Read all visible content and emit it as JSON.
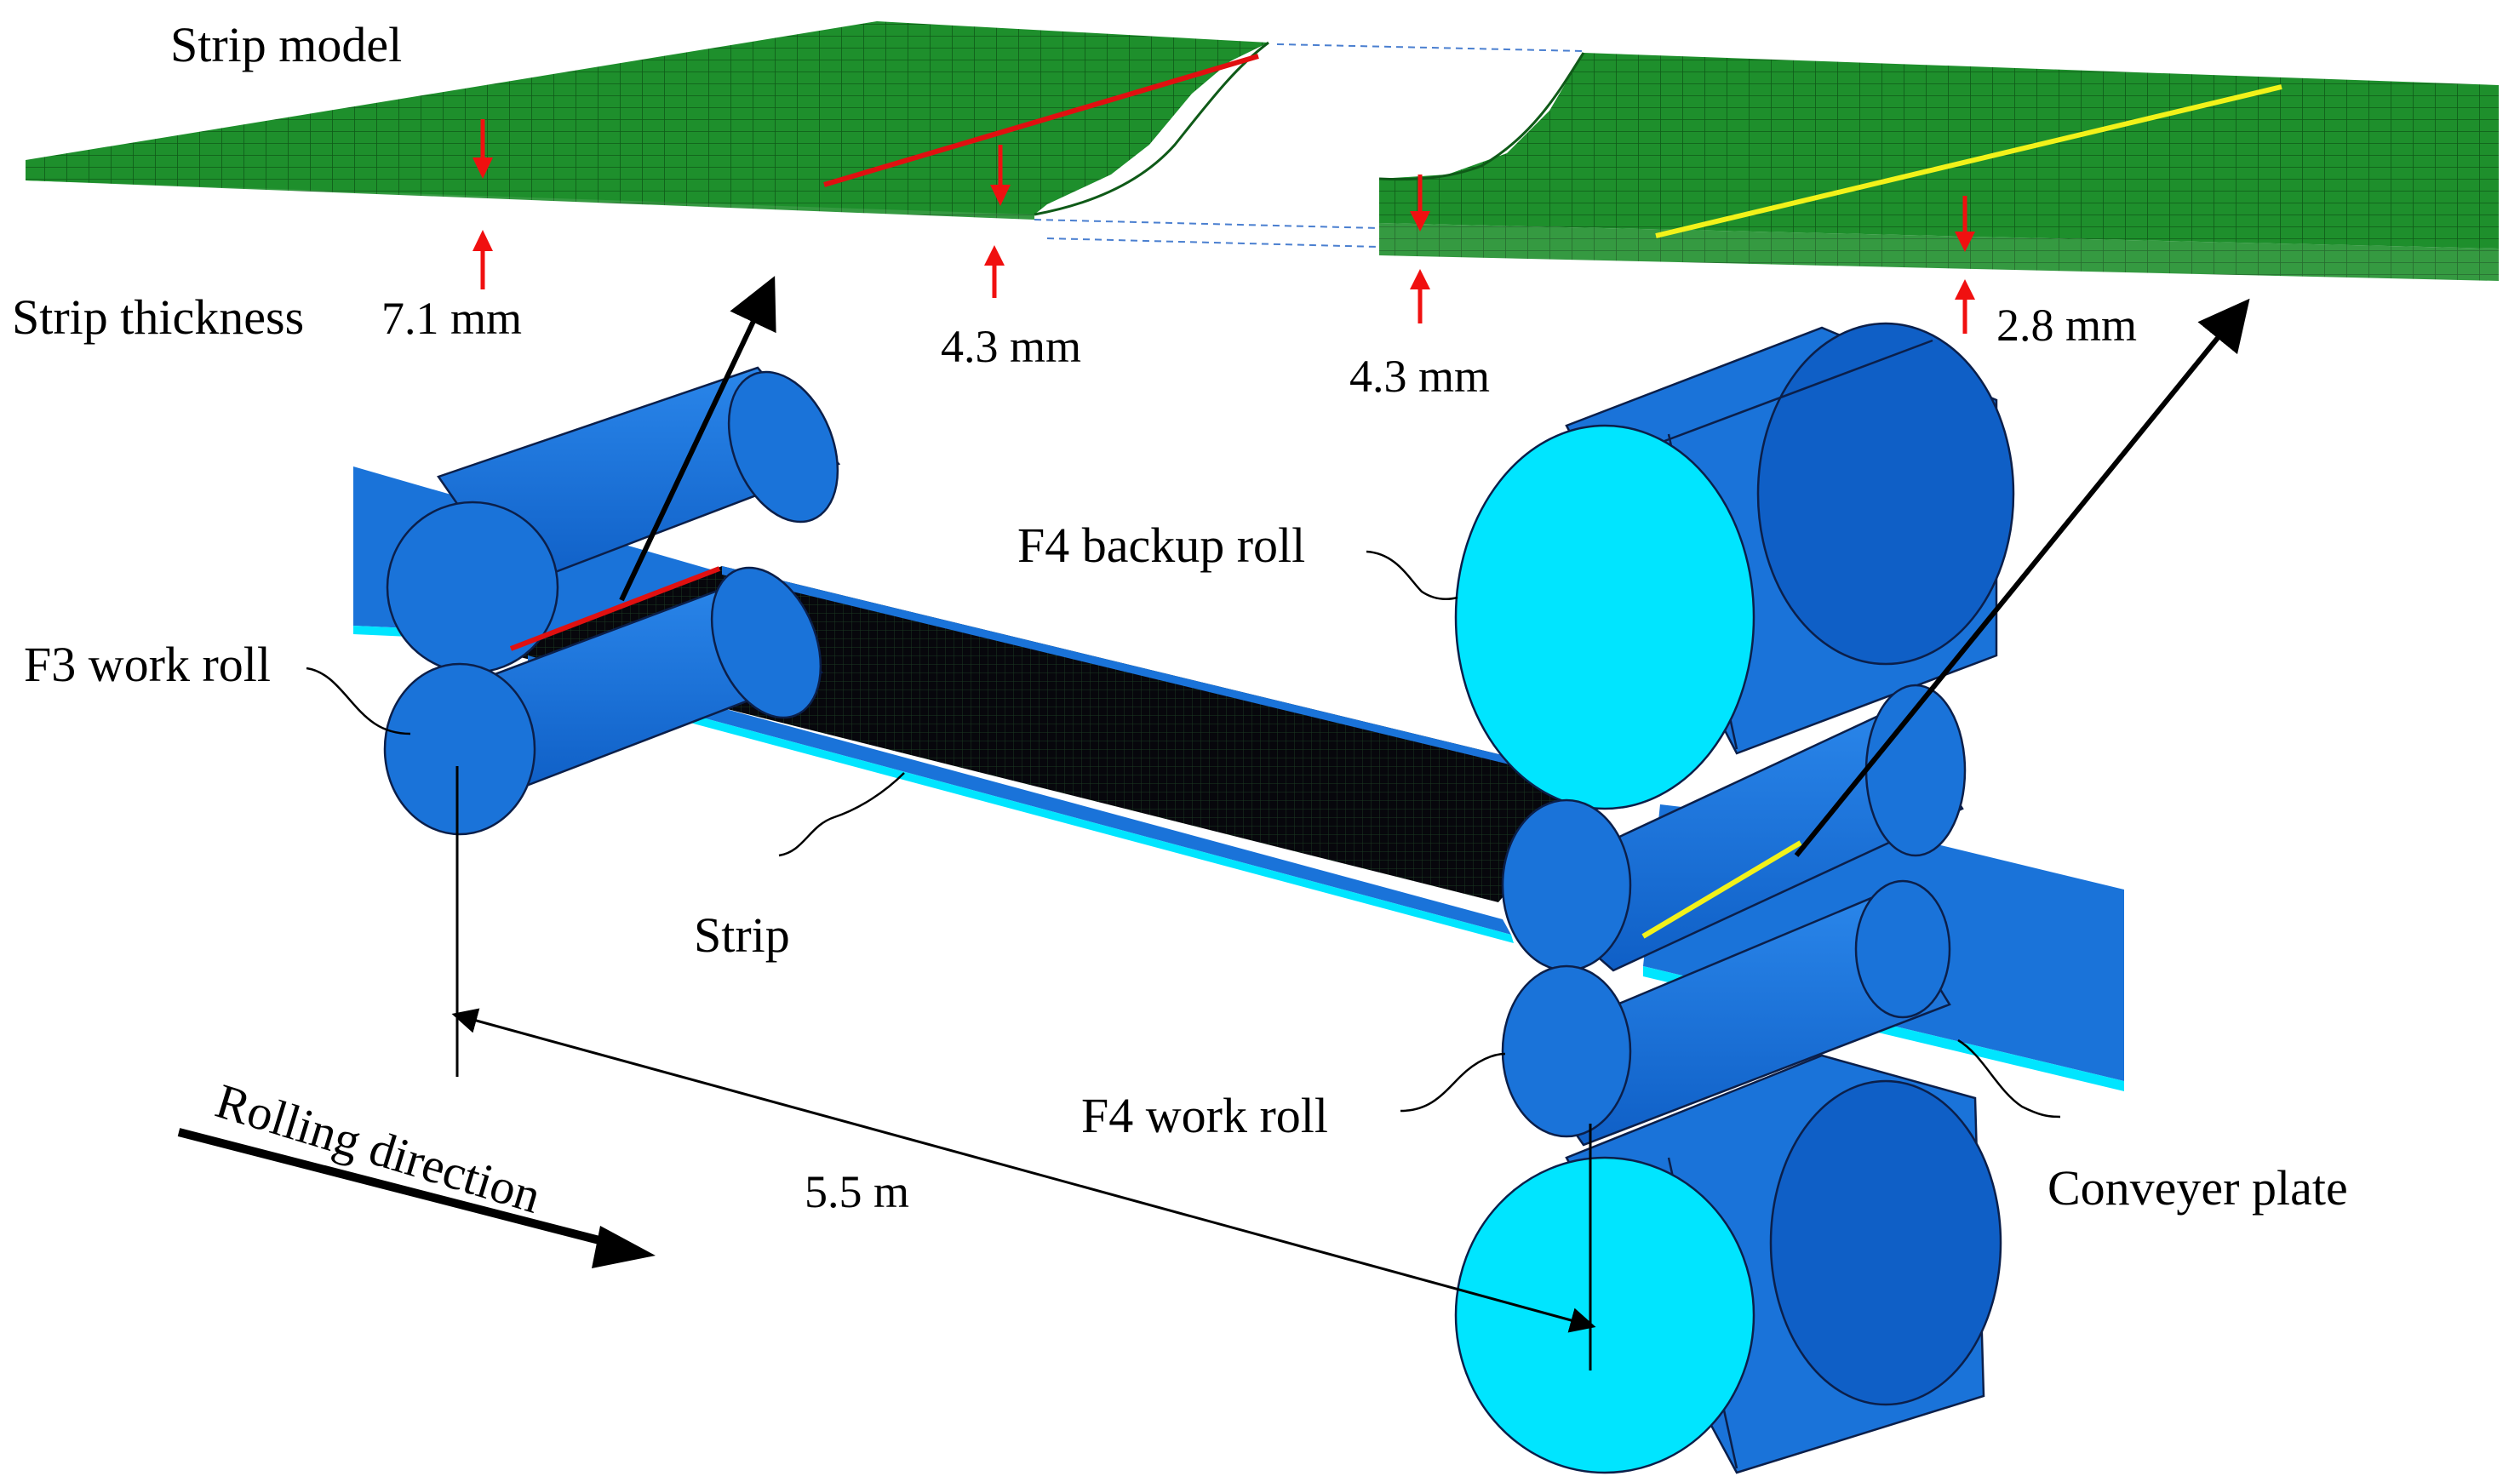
{
  "labels": {
    "strip_model": "Strip model",
    "strip_thickness": "Strip thickness",
    "t_entry": "7.1 mm",
    "t_mid_left": "4.3 mm",
    "t_mid_right": "4.3 mm",
    "t_exit": "2.8 mm",
    "f3_work_roll": "F3 work roll",
    "f4_backup_roll": "F4 backup roll",
    "f4_work_roll": "F4 work roll",
    "strip": "Strip",
    "conveyer_plate": "Conveyer plate",
    "rolling_direction": "Rolling direction",
    "distance": "5.5 m"
  },
  "colors": {
    "roll_body": "#1a73d9",
    "roll_face": "#00e5ff",
    "roll_dark": "#0d5cc2",
    "mesh_green": "#1e8f2c",
    "strip_mesh": "#0a0a12",
    "section_red": "#e01010",
    "section_yellow": "#f2f21a",
    "arrow_red": "#f01010"
  }
}
